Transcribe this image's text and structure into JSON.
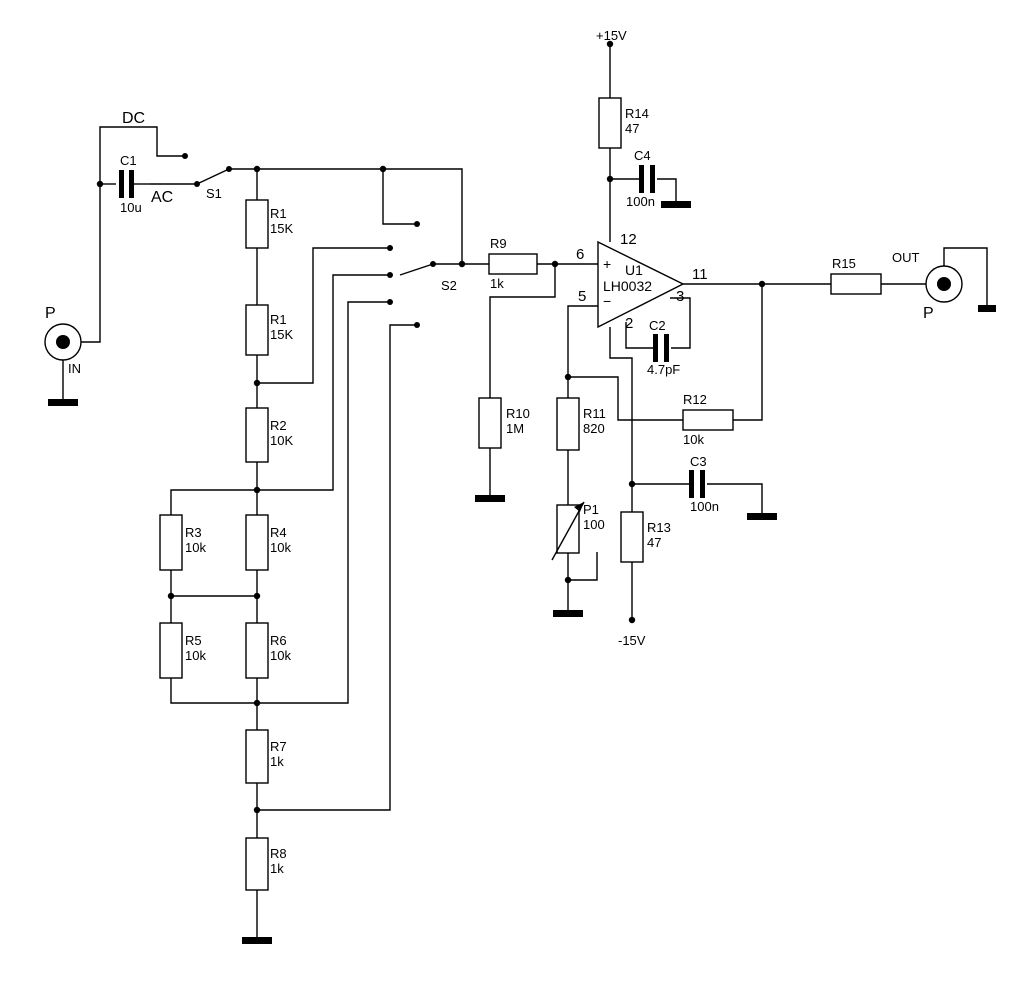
{
  "supply": {
    "positive": "+15V",
    "negative": "-15V"
  },
  "input": {
    "jack": "P",
    "label": "IN"
  },
  "output": {
    "jack": "P",
    "label": "OUT"
  },
  "coupling": {
    "dc": "DC",
    "ac": "AC",
    "switch": "S1"
  },
  "range_switch": "S2",
  "opamp": {
    "ref": "U1",
    "part": "LH0032",
    "pin_plus": "+",
    "pin_minus": "−",
    "pins": [
      "6",
      "5",
      "12",
      "11",
      "3",
      "2"
    ]
  },
  "components": {
    "C1": {
      "ref": "C1",
      "value": "10u"
    },
    "R1a": {
      "ref": "R1",
      "value": "15K"
    },
    "R1b": {
      "ref": "R1",
      "value": "15K"
    },
    "R2": {
      "ref": "R2",
      "value": "10K"
    },
    "R3": {
      "ref": "R3",
      "value": "10k"
    },
    "R4": {
      "ref": "R4",
      "value": "10k"
    },
    "R5": {
      "ref": "R5",
      "value": "10k"
    },
    "R6": {
      "ref": "R6",
      "value": "10k"
    },
    "R7": {
      "ref": "R7",
      "value": "1k"
    },
    "R8": {
      "ref": "R8",
      "value": "1k"
    },
    "R9": {
      "ref": "R9",
      "value": "1k"
    },
    "R10": {
      "ref": "R10",
      "value": "1M"
    },
    "R11": {
      "ref": "R11",
      "value": "820"
    },
    "P1": {
      "ref": "P1",
      "value": "100"
    },
    "R12": {
      "ref": "R12",
      "value": "10k"
    },
    "R13": {
      "ref": "R13",
      "value": "47"
    },
    "R14": {
      "ref": "R14",
      "value": "47"
    },
    "R15": {
      "ref": "R15",
      "value": ""
    },
    "C2": {
      "ref": "C2",
      "value": "4.7pF"
    },
    "C3": {
      "ref": "C3",
      "value": "100n"
    },
    "C4": {
      "ref": "C4",
      "value": "100n"
    }
  }
}
